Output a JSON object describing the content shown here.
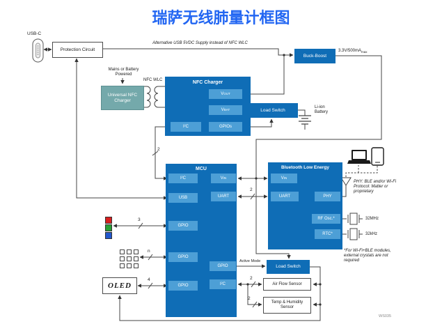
{
  "title": "瑞萨无线肺量计框图",
  "watermark": "WS035",
  "usb": {
    "label": "USB-C"
  },
  "protection": {
    "label": "Protection Circuit"
  },
  "alt_supply": "Alternative USB 5VDC Supply instead of NFC WLC",
  "buck_boost": {
    "label": "Buck-Boost"
  },
  "rail": {
    "main": "3.3V/500mA",
    "sub": "max"
  },
  "mains": "Mains or Battery Powered",
  "universal_nfc": "Universal NFC Charger",
  "nfc_wlc": "NFC WLC",
  "nfc_charger": {
    "title": "NFC Charger",
    "vout_m": "V",
    "vout_s": "OUT",
    "vbat_m": "V",
    "vbat_s": "BAT",
    "i2c": "I²C",
    "gpios": "GPIOs"
  },
  "load_switch1": "Load Switch",
  "li_ion": "Li-ion Battery",
  "mcu": {
    "title": "MCU",
    "i2c": "I²C",
    "usb": "USB",
    "gpio_led": "GPIO",
    "gpio_key": "GPIO",
    "gpio_oled": "GPIO",
    "vin_m": "V",
    "vin_s": "IN",
    "uart": "UART",
    "gpio_active": "GPIO",
    "i2c_sens": "I²C"
  },
  "ble": {
    "title": "Bluetooth Low Energy",
    "vin_m": "V",
    "vin_s": "IN",
    "uart": "UART",
    "phy": "PHY",
    "rf_osc": "RF Osc.*",
    "rtc": "RTC*"
  },
  "xtal_rf": "32MHz",
  "xtal_rtc": "32kHz",
  "phy_note": "PHY: BLE and/or Wi-Fi Protocol: Matter or proprietary",
  "xtal_note": "*For Wi-Fi+BLE modules, external crystals are not required",
  "active_mode": "Active Mode",
  "load_switch2": "Load Switch",
  "air_flow": "Air Flow Sensor",
  "temp_hum": "Temp & Humidity Sensor",
  "oled": "OLED",
  "bus": {
    "i2c_top": "2",
    "uart": "2",
    "led": "3",
    "keypad": "n",
    "oled": "4",
    "sens1": "2",
    "sens2": "2"
  }
}
